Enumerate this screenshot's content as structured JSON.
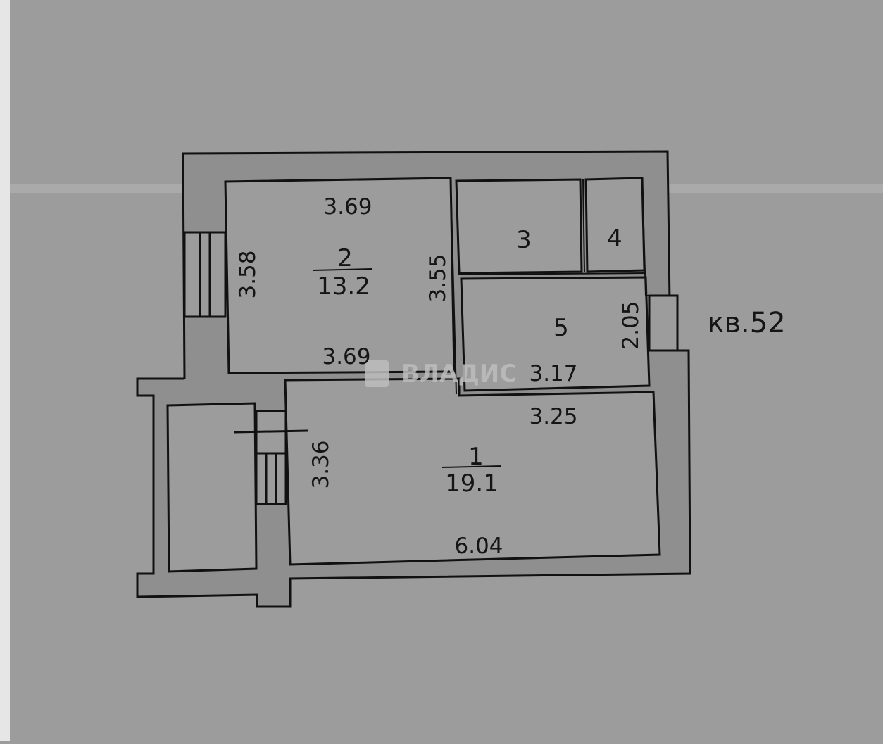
{
  "apartment_label": "кв.52",
  "watermark": "ВЛАДИС",
  "rooms": [
    {
      "number": "1",
      "area": "19.1"
    },
    {
      "number": "2",
      "area": "13.2"
    },
    {
      "number": "3"
    },
    {
      "number": "4"
    },
    {
      "number": "5"
    }
  ],
  "dimensions": {
    "room2_top": "3.69",
    "room2_bottom": "3.69",
    "room2_left": "3.58",
    "room2_right": "3.55",
    "room5_right": "2.05",
    "room5_bottom": "3.17",
    "room1_top": "3.25",
    "room1_left": "3.36",
    "room1_bottom": "6.04"
  },
  "colors": {
    "paper": "#9c9c9c",
    "line": "#111111"
  }
}
